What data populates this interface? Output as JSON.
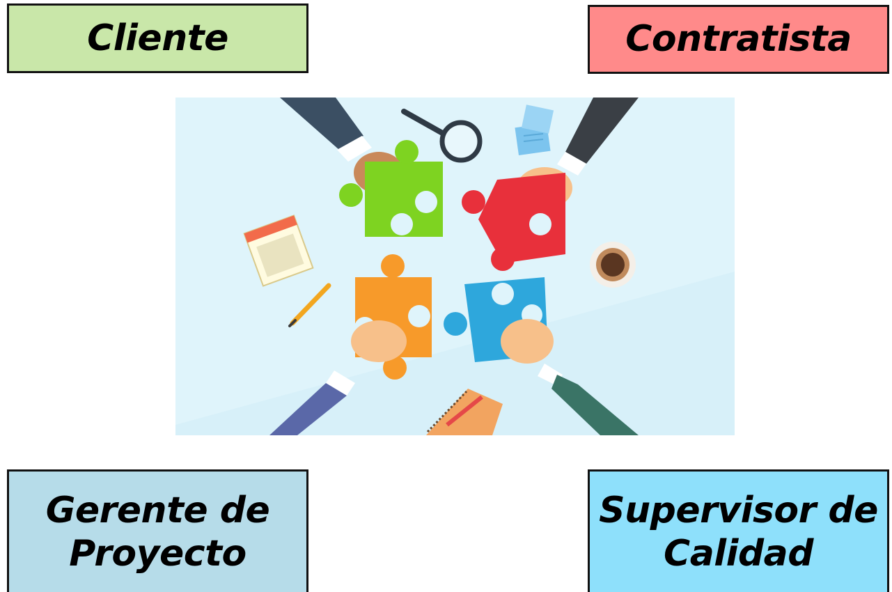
{
  "roles": {
    "cliente": {
      "label": "Cliente",
      "color": "#c9e7a9"
    },
    "contratista": {
      "label": "Contratista",
      "color": "#ff8a8a"
    },
    "gerente": {
      "line1": "Gerente de",
      "line2": "Proyecto",
      "color": "#b6dce9"
    },
    "supervisor": {
      "line1": "Supervisor de",
      "line2": "Calidad",
      "color": "#8ee0fb"
    }
  },
  "illustration": {
    "background": "#dff4fb",
    "pieces": [
      {
        "name": "green-puzzle-piece",
        "color": "#7ed321"
      },
      {
        "name": "red-puzzle-piece",
        "color": "#e8303b"
      },
      {
        "name": "orange-puzzle-piece",
        "color": "#f79a2a"
      },
      {
        "name": "blue-puzzle-piece",
        "color": "#2ea7dc"
      }
    ],
    "icons": [
      "magnifying-glass-icon",
      "sticky-notes-icon",
      "calendar-icon",
      "coffee-cup-icon",
      "pencil-icon",
      "notebook-icon"
    ]
  }
}
